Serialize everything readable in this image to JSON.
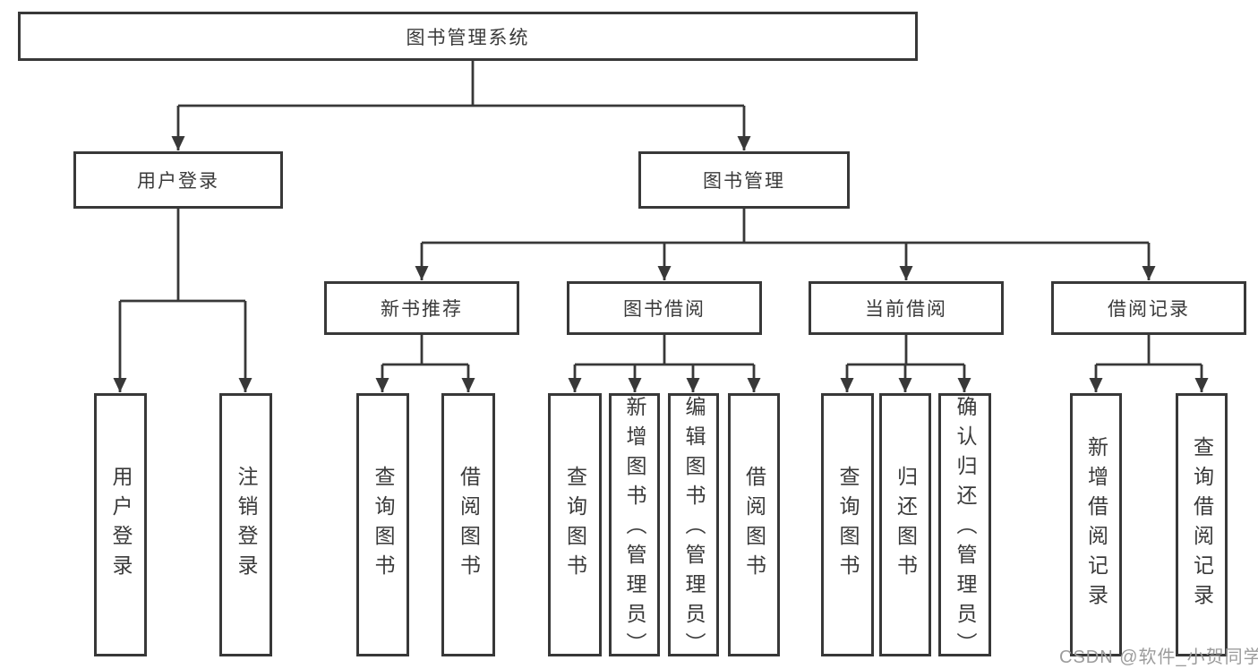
{
  "tree": {
    "label": "图书管理系统",
    "children": [
      {
        "label": "用户登录",
        "children": [
          {
            "label": "用户登录"
          },
          {
            "label": "注销登录"
          }
        ]
      },
      {
        "label": "图书管理",
        "children": [
          {
            "label": "新书推荐",
            "children": [
              {
                "label": "查询图书"
              },
              {
                "label": "借阅图书"
              }
            ]
          },
          {
            "label": "图书借阅",
            "children": [
              {
                "label": "查询图书"
              },
              {
                "label": "新增图书（管理员）"
              },
              {
                "label": "编辑图书（管理员）"
              },
              {
                "label": "借阅图书"
              }
            ]
          },
          {
            "label": "当前借阅",
            "children": [
              {
                "label": "查询图书"
              },
              {
                "label": "归还图书"
              },
              {
                "label": "确认归还（管理员）"
              }
            ]
          },
          {
            "label": "借阅记录",
            "children": [
              {
                "label": "新增借阅记录"
              },
              {
                "label": "查询借阅记录"
              }
            ]
          }
        ]
      }
    ]
  },
  "watermark": {
    "text": "CSDN @软件_小贺同学"
  },
  "colors": {
    "line": "#383838",
    "text": "#3a3a3a",
    "watermark": "#9c9c9c",
    "background": "#ffffff"
  }
}
